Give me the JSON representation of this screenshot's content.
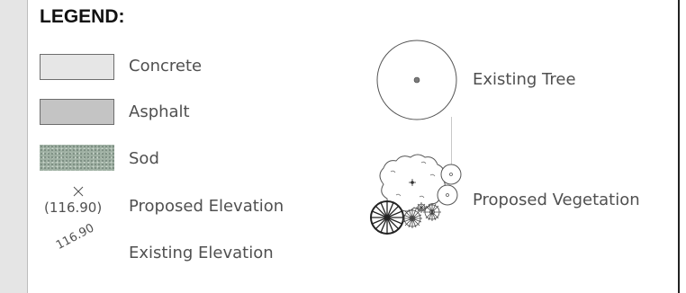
{
  "legend": {
    "title": "LEGEND:",
    "items": {
      "concrete": "Concrete",
      "asphalt": "Asphalt",
      "sod": "Sod",
      "proposed_elevation": "Proposed Elevation",
      "existing_elevation": "Existing Elevation",
      "existing_tree": "Existing Tree",
      "proposed_vegetation": "Proposed Vegetation"
    },
    "symbols": {
      "proposed_elevation_value": "(116.90)",
      "existing_elevation_value": "116.90"
    }
  },
  "colors": {
    "concrete": "#e6e6e6",
    "asphalt": "#c4c4c4",
    "sod": "#9fb0a3",
    "label_text": "#505050",
    "side_strip": "#e5e5e5"
  }
}
